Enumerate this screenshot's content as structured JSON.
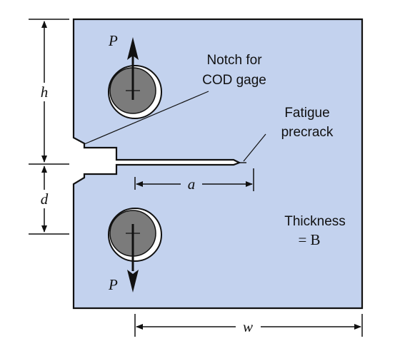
{
  "colors": {
    "specimen_fill": "#c3d2ee",
    "outline": "#111111",
    "pin_fill": "#7b7b7b",
    "pin_ring": "#ffffff"
  },
  "labels": {
    "load_top": "P",
    "load_bottom": "P",
    "dim_h": "h",
    "dim_d": "d",
    "dim_a": "a",
    "dim_w": "w",
    "notch_line1": "Notch for",
    "notch_line2": "COD gage",
    "fatigue_line1": "Fatigue",
    "fatigue_line2": "precrack",
    "thickness_line1": "Thickness",
    "thickness_line2": "= B"
  }
}
